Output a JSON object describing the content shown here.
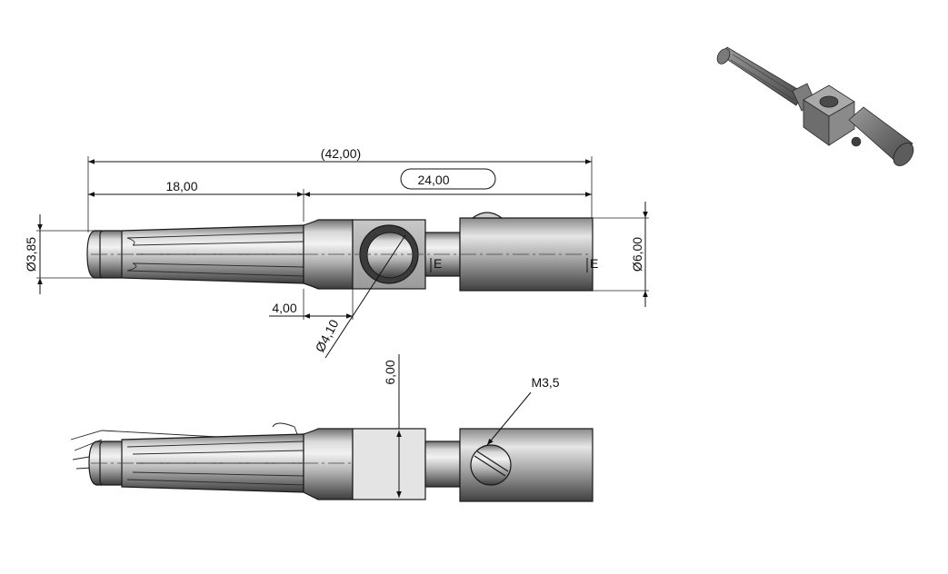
{
  "dimensions": {
    "overall_length": "42,00",
    "pin_length": "18,00",
    "body_length": "24,00",
    "pin_diameter": "3,85",
    "body_diameter": "6,00",
    "collar_length": "4,00",
    "cross_hole_diameter": "4,10",
    "block_height": "6,00",
    "screw_thread": "M3,5"
  },
  "section_markers": {
    "left": "E",
    "right": "E"
  },
  "diameter_symbol": "Ø"
}
